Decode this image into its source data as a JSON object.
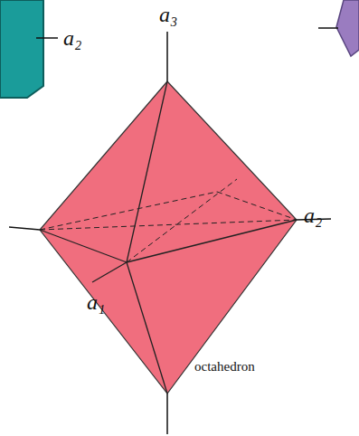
{
  "diagram": {
    "labels": [
      "a₂",
      "a₃",
      "a₂",
      "a₁",
      "octahedron"
    ]
  }
}
